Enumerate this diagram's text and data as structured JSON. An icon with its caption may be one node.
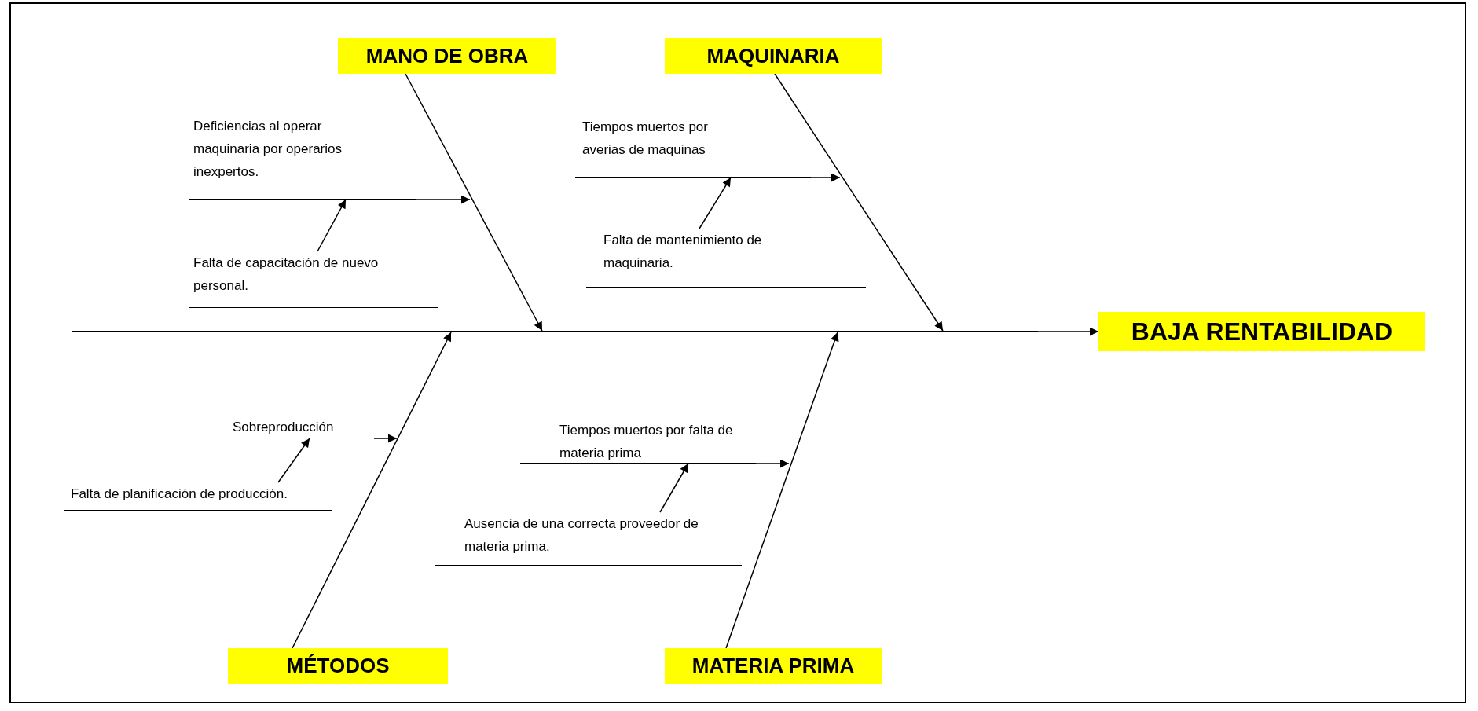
{
  "diagram": {
    "nodes": [
      {
        "text": [
          "MANO DE OBRA"
        ]
      },
      {
        "text": [
          "MAQUINARIA"
        ]
      },
      {
        "text": [
          "BAJA RENTABILIDAD"
        ]
      },
      {
        "text": [
          "MÉTODOS"
        ]
      },
      {
        "text": [
          "MATERIA PRIMA"
        ]
      },
      {
        "text": [
          "Deficiencias al operar maquinaria por operarios inexpertos."
        ]
      },
      {
        "text": [
          "Falta de capacitación de nuevo personal."
        ]
      },
      {
        "text": [
          "Tiempos muertos por averias de maquinas"
        ]
      },
      {
        "text": [
          "Falta de mantenimiento de maquinaria."
        ]
      },
      {
        "text": [
          "Sobreproducción"
        ]
      },
      {
        "text": [
          "Falta de planificación de producción."
        ]
      },
      {
        "text": [
          "Tiempos muertos por falta de materia prima"
        ]
      },
      {
        "text": [
          "Ausencia de una correcta proveedor de materia prima."
        ]
      },
      {
        "text": [],
        "shape": "bar"
      }
    ],
    "edges": [
      {
        "from": 0,
        "to": 13,
        "arrow": "to"
      },
      {
        "from": 1,
        "to": 13,
        "arrow": "to"
      },
      {
        "from": 3,
        "to": 13,
        "arrow": "to"
      },
      {
        "from": 4,
        "to": 13,
        "arrow": "to"
      },
      {
        "from": 13,
        "to": 2,
        "arrow": "to"
      },
      {
        "from": 5,
        "to": null,
        "arrow": "to"
      },
      {
        "from": 6,
        "to": 5,
        "arrow": "to"
      },
      {
        "from": 7,
        "to": null,
        "arrow": "to"
      },
      {
        "from": 8,
        "to": 7,
        "arrow": "to"
      },
      {
        "from": 9,
        "to": null,
        "arrow": "to"
      },
      {
        "from": 10,
        "to": 9,
        "arrow": "to"
      },
      {
        "from": 11,
        "to": null,
        "arrow": "to"
      },
      {
        "from": 12,
        "to": 11,
        "arrow": "to"
      }
    ]
  }
}
